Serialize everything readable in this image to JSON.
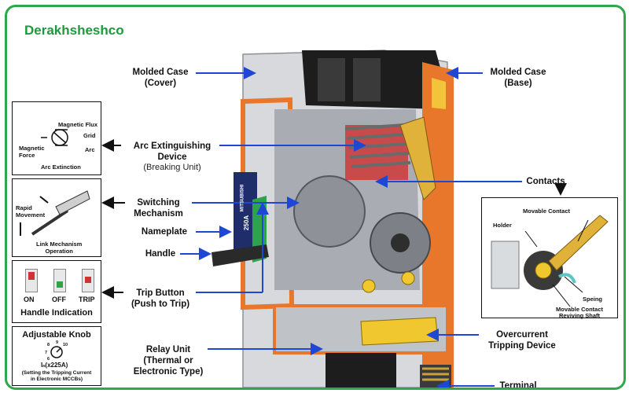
{
  "brand": "Derakhsheshco",
  "labels": {
    "molded_case_cover": [
      "Molded Case",
      "(Cover)"
    ],
    "molded_case_base": [
      "Molded Case",
      "(Base)"
    ],
    "arc_device": [
      "Arc Extinguishing",
      "Device"
    ],
    "arc_device_sub": "(Breaking Unit)",
    "contacts": "Contacts",
    "switching": [
      "Switching",
      "Mechanism"
    ],
    "nameplate": "Nameplate",
    "handle": "Handle",
    "trip_button": [
      "Trip Button",
      "(Push to Trip)"
    ],
    "relay_unit": [
      "Relay Unit",
      "(Thermal or",
      "Electronic Type)"
    ],
    "overcurrent": [
      "Overcurrent",
      "Tripping Device"
    ],
    "terminal": "Terminal"
  },
  "inset_arc": {
    "magnetic_flux": "Magnetic Flux",
    "grid": "Grid",
    "magnetic_force": [
      "Magnetic",
      "Force"
    ],
    "arc": "Arc",
    "caption": "Arc Extinction"
  },
  "inset_link": {
    "rapid_movement": [
      "Rapid",
      "Movement"
    ],
    "caption": [
      "Link Mechanism",
      "Operation"
    ]
  },
  "inset_handle": {
    "states": [
      "ON",
      "OFF",
      "TRIP"
    ],
    "caption": "Handle Indication"
  },
  "inset_knob": {
    "title": "Adjustable Knob",
    "value": "Iₙ(x225A)",
    "caption": [
      "(Setting the Tripping Current",
      "in Electronic MCCBs)"
    ],
    "scale": [
      "8",
      "9",
      "10",
      "7",
      "6"
    ]
  },
  "inset_contact": {
    "movable_contact": "Movable Contact",
    "holder": "Holder",
    "spring": "Speing",
    "shaft": [
      "Movable Contact",
      "Reviving Shaft"
    ]
  },
  "nameplate_text": [
    "MITSUBISHI",
    "250A"
  ],
  "colors": {
    "brand": "#1e9a3c",
    "arrow": "#1f47d6",
    "case_orange": "#e8772b",
    "dark_body": "#2b2b2b",
    "handle_green": "#2fa34a"
  }
}
